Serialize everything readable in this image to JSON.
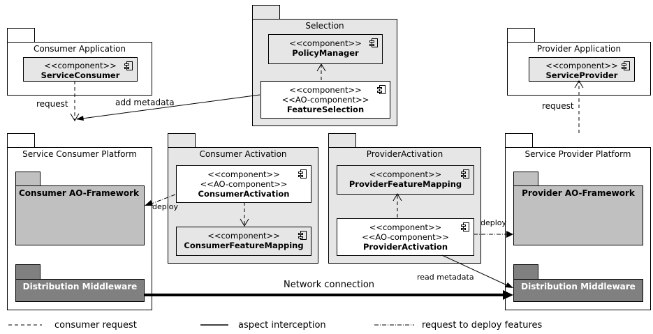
{
  "packages": {
    "consumer_app": {
      "title": "Consumer Application",
      "component": {
        "stereotype": "<<component>>",
        "name": "ServiceConsumer"
      }
    },
    "selection": {
      "title": "Selection",
      "policy": {
        "stereotype": "<<component>>",
        "name": "PolicyManager"
      },
      "feature": {
        "stereotype": "<<component>>",
        "stereotype2": "<<AO-component>>",
        "name": "FeatureSelection"
      }
    },
    "provider_app": {
      "title": "Provider Application",
      "component": {
        "stereotype": "<<component>>",
        "name": "ServiceProvider"
      }
    },
    "consumer_platform": {
      "title": "Service Consumer Platform",
      "framework": "Consumer AO-Framework",
      "middleware": "Distribution Middleware"
    },
    "consumer_activation": {
      "title": "Consumer Activation",
      "activation": {
        "stereotype": "<<component>>",
        "stereotype2": "<<AO-component>>",
        "name": "ConsumerActivation"
      },
      "mapping": {
        "stereotype": "<<component>>",
        "name": "ConsumerFeatureMapping"
      }
    },
    "provider_activation": {
      "title": "ProviderActivation",
      "mapping": {
        "stereotype": "<<component>>",
        "name": "ProviderFeatureMapping"
      },
      "activation": {
        "stereotype": "<<component>>",
        "stereotype2": "<<AO-component>>",
        "name": "ProviderActivation"
      }
    },
    "provider_platform": {
      "title": "Service Provider Platform",
      "framework": "Provider AO-Framework",
      "middleware": "Distribution Middleware"
    }
  },
  "edge_labels": {
    "request_consumer": "request",
    "add_metadata": "add metadata",
    "request_provider": "request",
    "deploy_consumer": "deploy",
    "deploy_provider": "deploy",
    "read_metadata": "read metadata",
    "network": "Network connection"
  },
  "legend": {
    "consumer_request": "consumer request",
    "aspect_interception": "aspect interception",
    "deploy_features": "request to deploy features"
  },
  "colors": {
    "light_gray": "#e6e6e6",
    "mid_gray": "#c0c0c0",
    "dark_gray": "#808080",
    "white": "#ffffff"
  }
}
